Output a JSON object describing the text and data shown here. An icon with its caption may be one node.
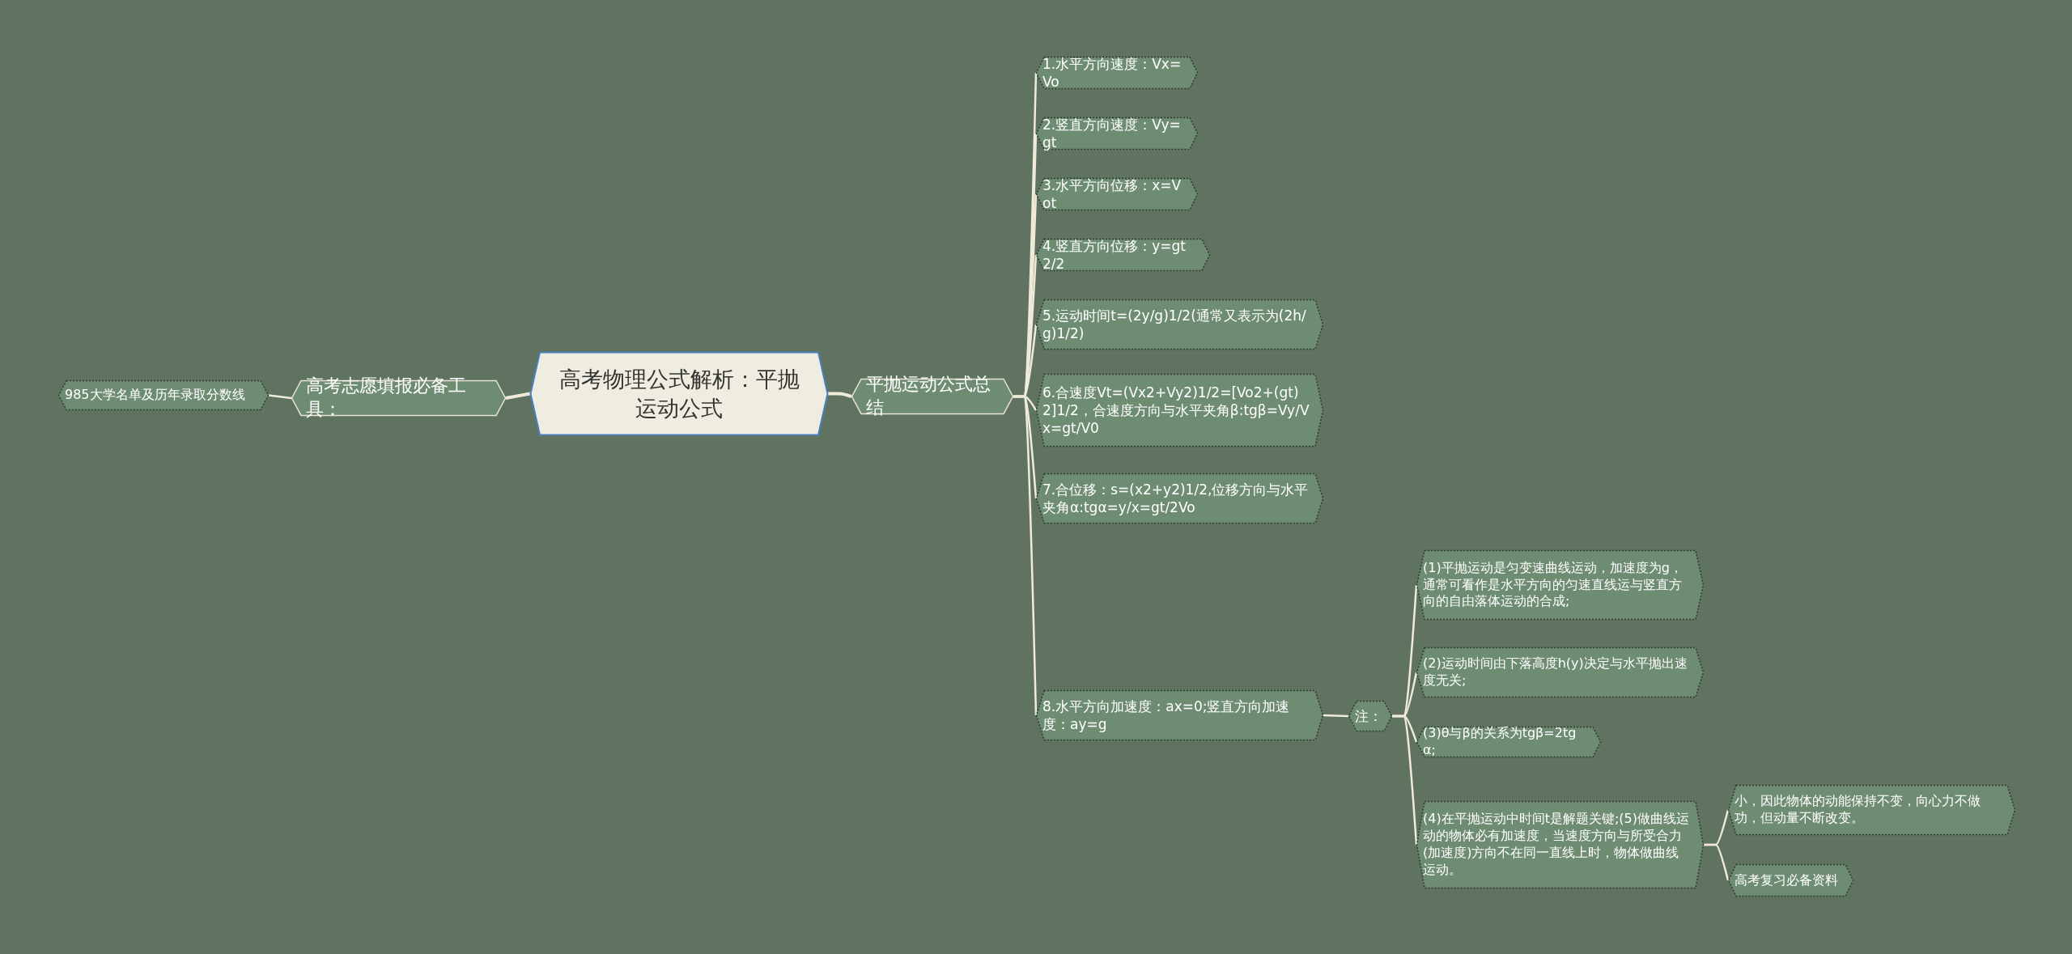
{
  "diagram": {
    "nodes": [
      {
        "text": [
          "高考物理公式解析：平抛运动公式"
        ]
      },
      {
        "text": [
          "高考志愿填报必备工具："
        ]
      },
      {
        "text": [
          "985大学名单及历年录取分数线"
        ]
      },
      {
        "text": [
          "平抛运动公式总结"
        ]
      },
      {
        "text": [
          "1.水平方向速度：Vx=Vo"
        ]
      },
      {
        "text": [
          "2.竖直方向速度：Vy=gt"
        ]
      },
      {
        "text": [
          "3.水平方向位移：x=Vot"
        ]
      },
      {
        "text": [
          "4.竖直方向位移：y=gt2/2"
        ]
      },
      {
        "text": [
          "5.运动时间t=(2y/g)1/2(通常又表示为(2h/g)1/2)"
        ]
      },
      {
        "text": [
          "6.合速度Vt=(Vx2+Vy2)1/2=[Vo2+(gt)2]1/2，合速度方向与水平夹角β:tgβ=Vy/Vx=gt/V0"
        ]
      },
      {
        "text": [
          "7.合位移：s=(x2+y2)1/2,位移方向与水平夹角α:tgα=y/x=gt/2Vo"
        ]
      },
      {
        "text": [
          "8.水平方向加速度：ax=0;竖直方向加速度：ay=g"
        ]
      },
      {
        "text": [
          "注："
        ]
      },
      {
        "text": [
          "(1)平抛运动是匀变速曲线运动，加速度为g，通常可看作是水平方向的匀速直线运与竖直方向的自由落体运动的合成;"
        ]
      },
      {
        "text": [
          "(2)运动时间由下落高度h(y)决定与水平抛出速度无关;"
        ]
      },
      {
        "text": [
          "(3)θ与β的关系为tgβ=2tgα;"
        ]
      },
      {
        "text": [
          "(4)在平抛运动中时间t是解题关键;(5)做曲线运动的物体必有加速度，当速度方向与所受合力(加速度)方向不在同一直线上时，物体做曲线运动。"
        ]
      },
      {
        "text": [
          "小，因此物体的动能保持不变，向心力不做功，但动量不断改变。"
        ]
      },
      {
        "text": [
          "高考复习必备资料"
        ]
      }
    ],
    "edges": [
      {
        "from": 0,
        "to": 1,
        "arrow": "none"
      },
      {
        "from": 1,
        "to": 2,
        "arrow": "none"
      },
      {
        "from": 0,
        "to": 3,
        "arrow": "none"
      },
      {
        "from": 3,
        "to": 4,
        "arrow": "none"
      },
      {
        "from": 3,
        "to": 5,
        "arrow": "none"
      },
      {
        "from": 3,
        "to": 6,
        "arrow": "none"
      },
      {
        "from": 3,
        "to": 7,
        "arrow": "none"
      },
      {
        "from": 3,
        "to": 8,
        "arrow": "none"
      },
      {
        "from": 3,
        "to": 9,
        "arrow": "none"
      },
      {
        "from": 3,
        "to": 10,
        "arrow": "none"
      },
      {
        "from": 3,
        "to": 11,
        "arrow": "none"
      },
      {
        "from": 11,
        "to": 12,
        "arrow": "none"
      },
      {
        "from": 12,
        "to": 13,
        "arrow": "none"
      },
      {
        "from": 12,
        "to": 14,
        "arrow": "none"
      },
      {
        "from": 12,
        "to": 15,
        "arrow": "none"
      },
      {
        "from": 12,
        "to": 16,
        "arrow": "none"
      },
      {
        "from": 16,
        "to": 17,
        "arrow": "none"
      },
      {
        "from": 16,
        "to": 18,
        "arrow": "none"
      }
    ]
  }
}
